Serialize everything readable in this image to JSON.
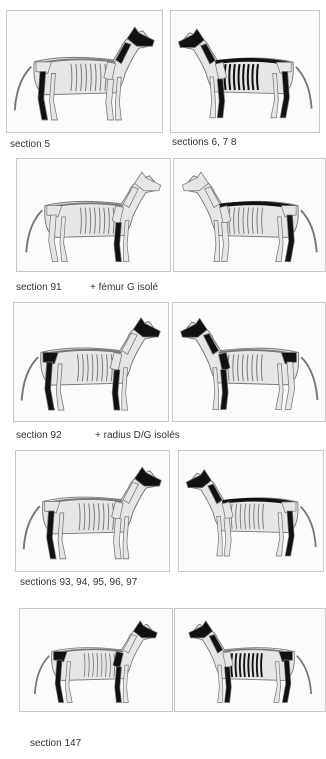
{
  "rows": [
    {
      "caption": "section 5",
      "note": "",
      "left": "right",
      "right": "left"
    },
    {
      "caption": "",
      "note": "sections 6, 7 8",
      "left": "",
      "right": ""
    },
    {
      "caption": "section 91",
      "note": "+ fémur G isolé"
    },
    {
      "caption": "section 92",
      "note": "+ radius D/G isolés"
    },
    {
      "caption": "sections 93, 94, 95, 96, 97",
      "note": ""
    },
    {
      "caption": "section 147",
      "note": ""
    }
  ],
  "colors": {
    "bone": "#e6e6e6",
    "outline": "#777777",
    "highlight": "#111111",
    "panel_border": "#c9c9c9"
  },
  "figure_kind": "dog-skeleton-inventory"
}
